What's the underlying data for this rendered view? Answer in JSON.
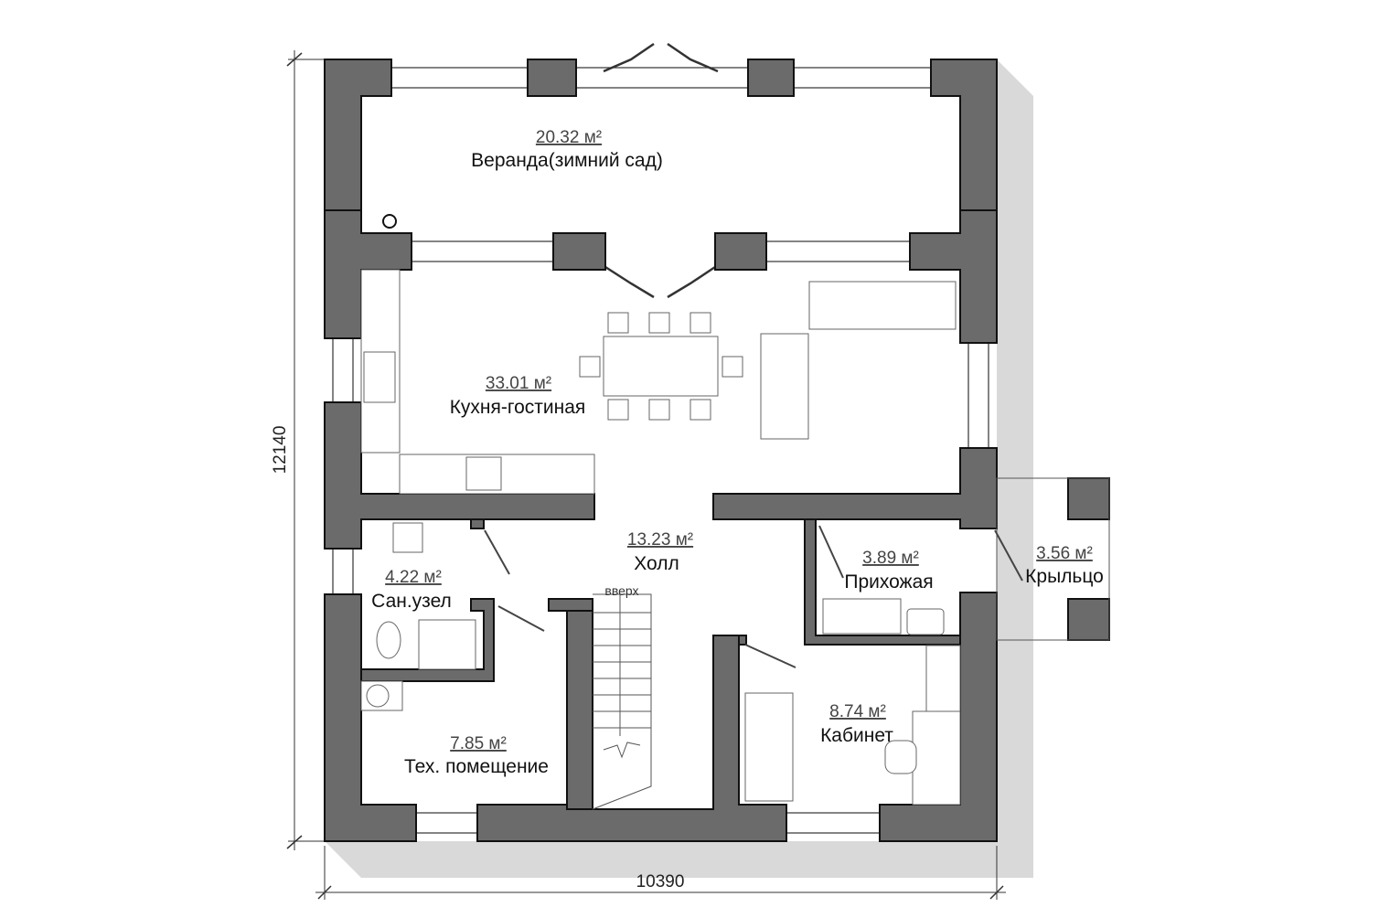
{
  "plan": {
    "rooms": [
      {
        "id": "veranda",
        "area": "20.32 м²",
        "name": "Веранда(зимний сад)"
      },
      {
        "id": "kitchen-living",
        "area": "33.01 м²",
        "name": "Кухня-гостиная"
      },
      {
        "id": "hall",
        "area": "13.23 м²",
        "name": "Холл"
      },
      {
        "id": "entrance",
        "area": "3.89 м²",
        "name": "Прихожая"
      },
      {
        "id": "porch",
        "area": "3.56 м²",
        "name": "Крыльцо"
      },
      {
        "id": "bathroom",
        "area": "4.22 м²",
        "name": "Сан.узел"
      },
      {
        "id": "tech-room",
        "area": "7.85 м²",
        "name": "Тех. помещение"
      },
      {
        "id": "office",
        "area": "8.74 м²",
        "name": "Кабинет"
      }
    ],
    "stairs_label": "вверх",
    "dimensions": {
      "height": "12140",
      "width": "10390"
    },
    "colors": {
      "wall": "#6b6b6b",
      "shadow": "#d9d9d9",
      "outline": "#111111"
    }
  }
}
